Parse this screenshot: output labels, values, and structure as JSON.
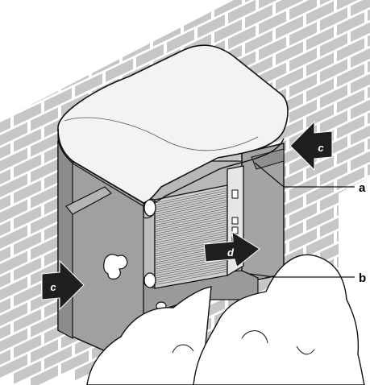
{
  "colors": {
    "brick": "#c6c6c6",
    "shelter": "#9f9f9f",
    "shelter_dark": "#8a8a8a",
    "unit_body": "#d9d9d9",
    "lid": "#f2f2f2",
    "arrow": "#1e1e1e",
    "snow": "#ffffff",
    "outline": "#111111"
  },
  "callouts": {
    "a": "a",
    "b": "b"
  },
  "arrows": {
    "left_airflow": "c",
    "right_airflow": "c",
    "front_discharge": "d"
  }
}
